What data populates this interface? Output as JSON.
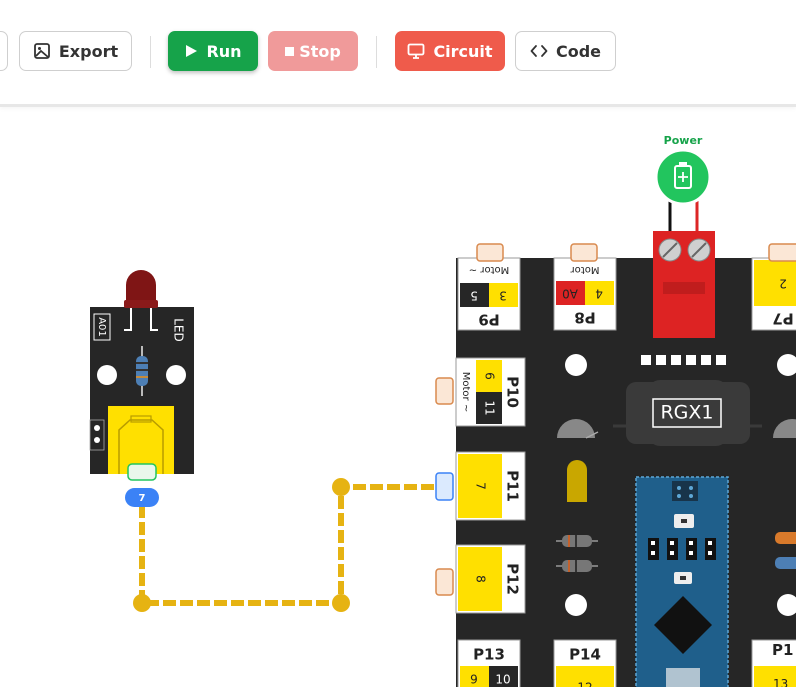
{
  "toolbar": {
    "export_label": "Export",
    "run_label": "Run",
    "stop_label": "Stop",
    "circuit_label": "Circuit",
    "code_label": "Code"
  },
  "power": {
    "label": "Power"
  },
  "led_module": {
    "name": "LED",
    "id": "A01",
    "port_number": "7"
  },
  "board": {
    "name": "RGX1",
    "ports": {
      "p9": {
        "label": "P9",
        "motor": "Motor ~",
        "pins": [
          "5",
          "3"
        ]
      },
      "p8": {
        "label": "P8",
        "motor": "Motor",
        "pins": [
          "A0",
          "4"
        ]
      },
      "p7": {
        "label": "P7",
        "pins": [
          "2"
        ]
      },
      "p10": {
        "label": "P10",
        "motor": "Motor ~",
        "pins": [
          "6",
          "11"
        ]
      },
      "p11": {
        "label": "P11",
        "pins": [
          "7"
        ]
      },
      "p12": {
        "label": "P12",
        "pins": [
          "8"
        ]
      },
      "p13": {
        "label": "P13",
        "pins": [
          "9",
          "10"
        ]
      },
      "p14": {
        "label": "P14",
        "pins": [
          "12"
        ]
      },
      "p15": {
        "label": "P1",
        "pins": [
          "13"
        ]
      }
    }
  },
  "colors": {
    "run": "#16a34a",
    "stop": "#f09a9a",
    "circuit": "#ef5b4b",
    "wire": "#e6b312",
    "board": "#262626",
    "port_yellow": "#ffe000",
    "power": "#22c55e",
    "connector_blue": "#3b82f6",
    "connector_orange": "#d98a4e"
  }
}
